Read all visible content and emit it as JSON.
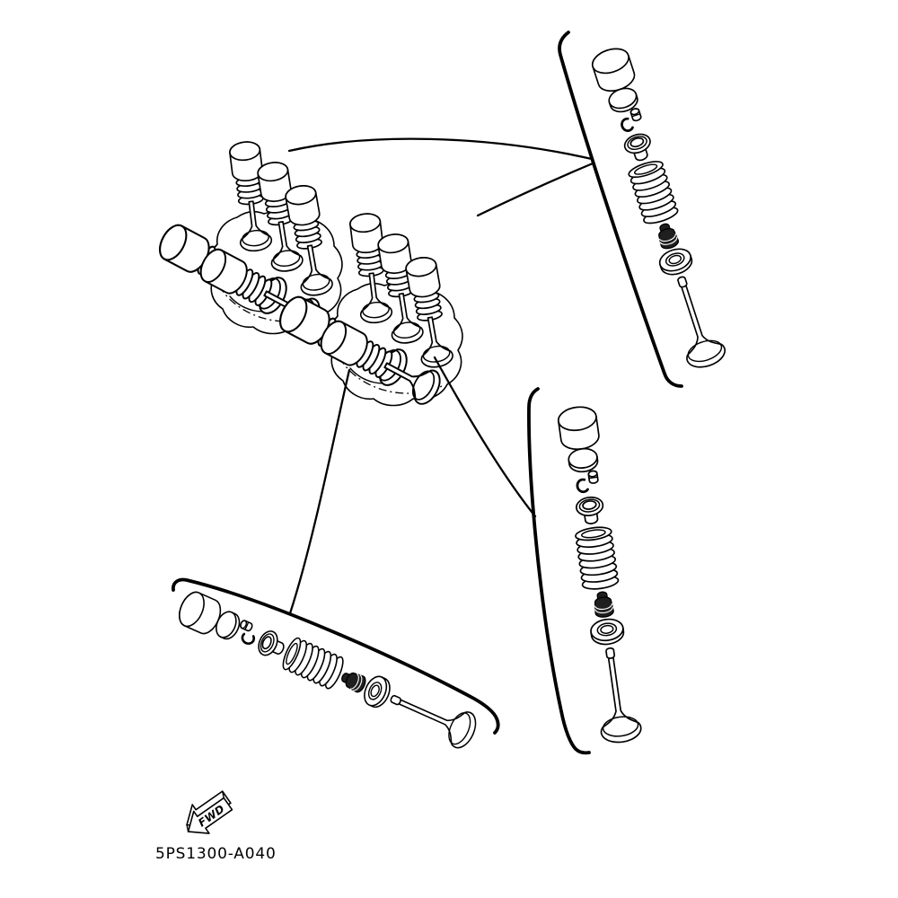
{
  "document": {
    "part_code": "5PS1300-A040",
    "fwd_label": "FWD"
  },
  "colors": {
    "ink": "#000000",
    "paper": "#ffffff",
    "seal": "#1f1f1f"
  },
  "legend": {
    "assembled_view": "cylinder-head-valve-clusters",
    "exploded_views": [
      "top-right-valve-assembly",
      "middle-right-valve-assembly",
      "bottom-left-valve-assembly"
    ],
    "parts_top_to_bottom": [
      "valve-lifter",
      "valve-pad",
      "valve-cotters",
      "valve-spring-retainer",
      "valve-spring",
      "valve-stem-seal",
      "valve-spring-seat",
      "valve"
    ]
  }
}
